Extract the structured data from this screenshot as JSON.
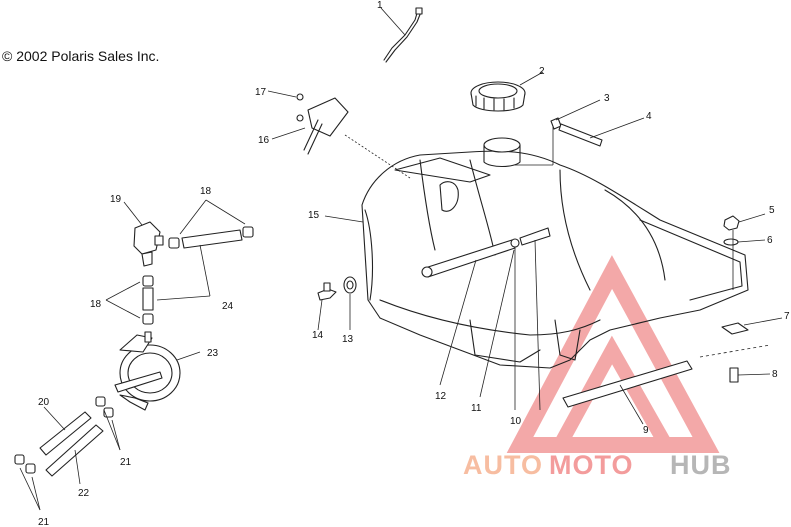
{
  "copyright": "© 2002 Polaris Sales Inc.",
  "callouts": [
    "1",
    "2",
    "3",
    "4",
    "5",
    "6",
    "7",
    "8",
    "9",
    "10",
    "11",
    "12",
    "13",
    "14",
    "15",
    "16",
    "17",
    "18",
    "18",
    "19",
    "20",
    "21",
    "21",
    "22",
    "23",
    "24"
  ],
  "watermark": {
    "part1": "AUTO",
    "part2": "MOTO",
    "part3": "HUB",
    "colors": {
      "auto": "#F5A882",
      "moto": "#EF7B7B",
      "hub": "#B5B5B5",
      "triangle": "#F08C8C"
    }
  }
}
